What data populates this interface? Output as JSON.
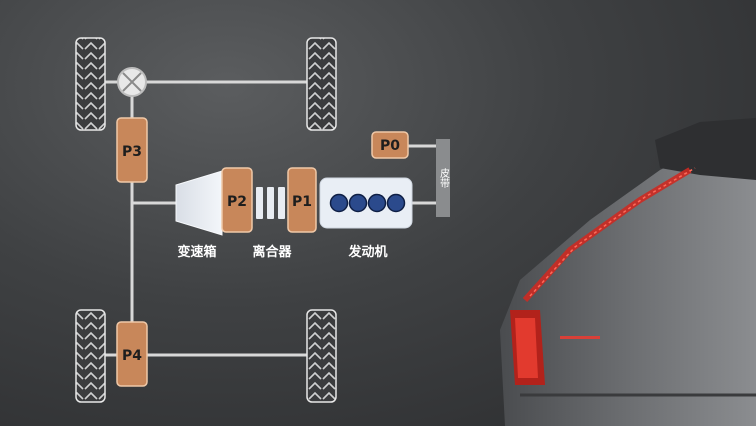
{
  "diagram": {
    "modules": {
      "p0": "P0",
      "p1": "P1",
      "p2": "P2",
      "p3": "P3",
      "p4": "P4"
    },
    "labels": {
      "gearbox": "变速箱",
      "clutch": "离合器",
      "engine": "发动机",
      "belt": "皮带"
    },
    "colors": {
      "module_fill": "#c8875a",
      "module_stroke": "#f0c9a8",
      "engine_fill": "#e9eef5",
      "cylinder": "#2b4a8c",
      "belt_bar": "#8a8c8e",
      "shaft": "#d8d8d8",
      "background": "#3f4143"
    },
    "icons": {
      "differential": "differential-cross-icon",
      "tire": "tire-icon",
      "car": "car-rear-silhouette"
    }
  }
}
